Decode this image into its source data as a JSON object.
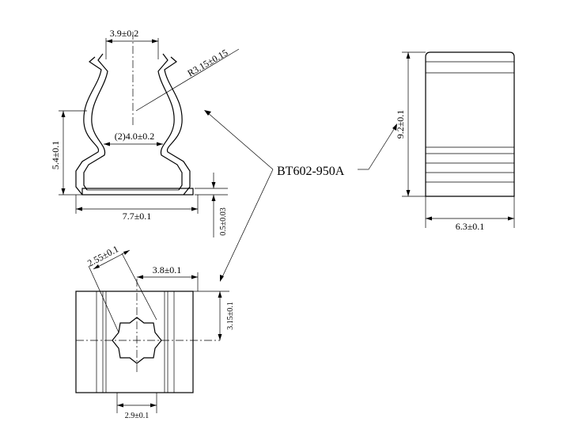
{
  "part_number": "BT602-950A",
  "front_view": {
    "top_width": "3.9±0.2",
    "radius": "R3.15±0.15",
    "inner_width": "(2)4.0±0.2",
    "height": "5.4±0.1",
    "overall_width": "7.7±0.1",
    "base_thickness": "0.5±0.03"
  },
  "side_view": {
    "height": "9.2±0.1",
    "width": "6.3±0.1"
  },
  "top_view": {
    "diagonal": "2.55±0.1",
    "offset": "3.8±0.1",
    "depth": "3.15±0.1",
    "center_width": "2.9±0.1"
  }
}
